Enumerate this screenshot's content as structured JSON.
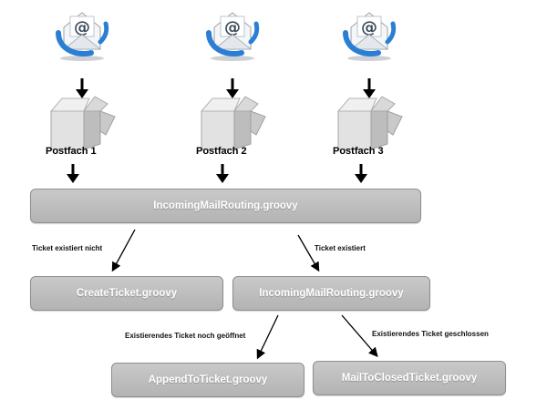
{
  "mailboxes": [
    {
      "label": "Postfach 1"
    },
    {
      "label": "Postfach 2"
    },
    {
      "label": "Postfach 3"
    }
  ],
  "nodes": {
    "routing_main": "IncomingMailRouting.groovy",
    "create_ticket": "CreateTicket.groovy",
    "routing_sub": "IncomingMailRouting.groovy",
    "append_ticket": "AppendToTicket.groovy",
    "mail_closed": "MailToClosedTicket.groovy"
  },
  "edges": {
    "not_exists": "Ticket existiert nicht",
    "exists": "Ticket existiert",
    "open": "Existierendes Ticket noch geöffnet",
    "closed": "Existierendes Ticket geschlossen"
  },
  "icons": {
    "mail": "email-at-envelope-icon",
    "mailbox": "open-box-icon"
  },
  "colors": {
    "box_fill": "#bdbdbd",
    "box_border": "#8e8e8e",
    "box_text": "#ffffff",
    "arrow": "#000000",
    "mail_blue": "#2a7fd4"
  }
}
